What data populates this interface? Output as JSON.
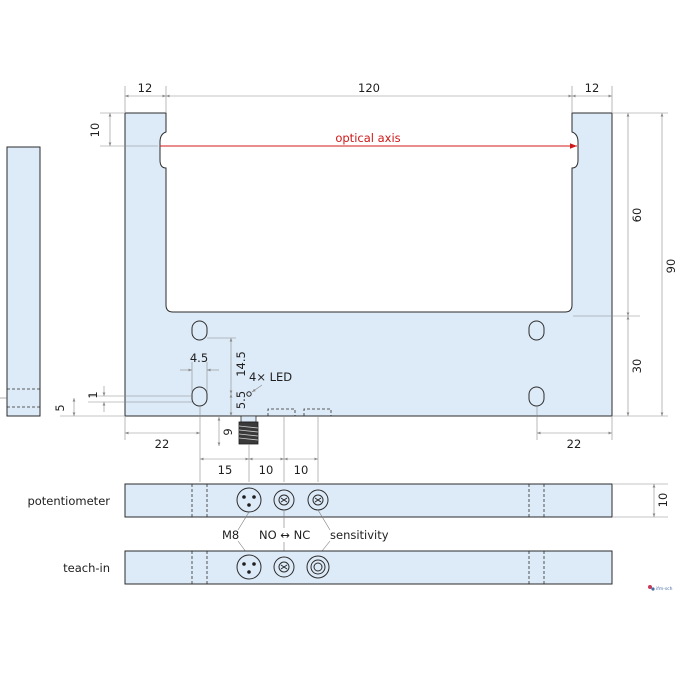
{
  "dimensions": {
    "top_left_width": "12",
    "top_middle_width": "120",
    "top_right_width": "12",
    "slot_lip_height": "10",
    "slot_depth": "60",
    "total_height": "90",
    "base_height": "30",
    "hole_spacing": "4.5",
    "hole_vertical": "14.5",
    "led_offset": "5.5",
    "small_offset": "1",
    "side_offset": "5",
    "connector_offset": "9",
    "left_base": "22",
    "right_base": "22",
    "conn_pitch_1": "15",
    "conn_pitch_2": "10",
    "conn_pitch_3": "10",
    "bottom_view_height": "10"
  },
  "labels": {
    "optical_axis": "optical axis",
    "led": "4× LED",
    "potentiometer": "potentiometer",
    "teach_in": "teach-in",
    "m8": "M8",
    "no_nc": "NO ↔ NC",
    "sensitivity": "sensitivity",
    "logo": "ifm-sch"
  },
  "colors": {
    "part_fill": "#ddeaf7",
    "axis": "#d01818"
  }
}
